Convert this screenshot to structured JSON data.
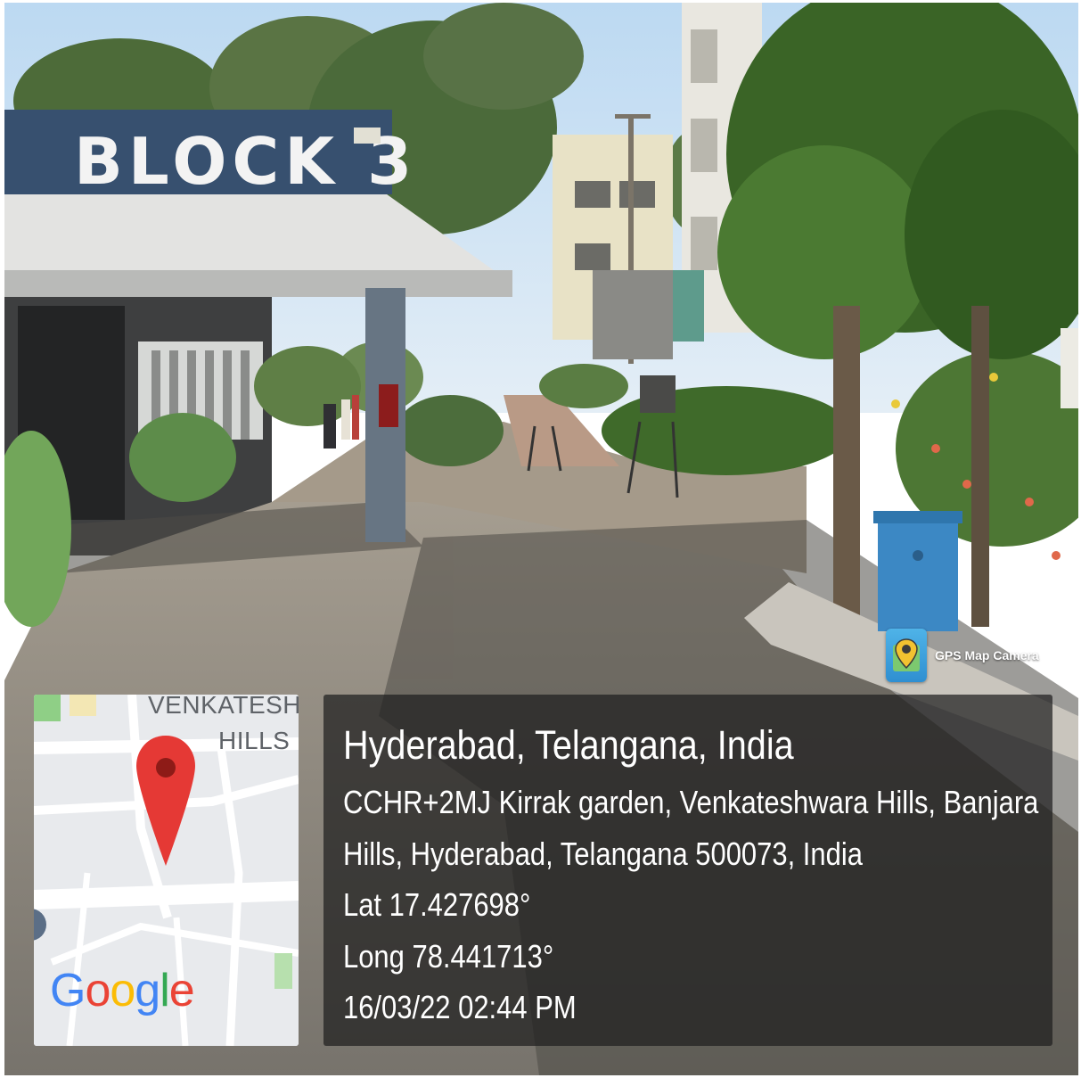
{
  "scene": {
    "sign_text": "BLOCK 3",
    "colors": {
      "sky": "#cfe3f5",
      "road": "#8d877d",
      "canopy_sign": "#37506f",
      "foliage": "#3f6d2a",
      "bin": "#3c88c4"
    }
  },
  "badge": {
    "label": "GPS Map Camera",
    "icon": "map-pin-icon"
  },
  "minimap": {
    "place_line_1": "VENKATESHW",
    "place_line_2": "HILLS",
    "logo_letters": [
      "G",
      "o",
      "o",
      "g",
      "l",
      "e"
    ],
    "logo_colors": [
      "#4285f4",
      "#ea4335",
      "#fbbc05",
      "#4285f4",
      "#34a853",
      "#ea4335"
    ],
    "pin_color": "#e53935"
  },
  "info": {
    "title": "Hyderabad, Telangana, India",
    "address_line_1": "CCHR+2MJ Kirrak garden, Venkateshwara Hills, Banjara",
    "address_line_2": "Hills, Hyderabad, Telangana 500073, India",
    "lat": "Lat 17.427698°",
    "long": "Long 78.441713°",
    "timestamp": "16/03/22 02:44 PM"
  }
}
